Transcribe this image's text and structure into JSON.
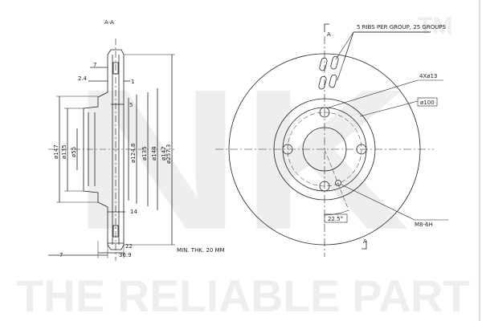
{
  "watermark": {
    "brand_logo": "NK",
    "trademark": "TM",
    "slogan": "THE RELIABLE PART"
  },
  "section_view": {
    "section_label": "A-A",
    "dims": {
      "d7_top": "7",
      "d2_4": "2.4",
      "d1": "1",
      "d5": "5",
      "d14": "14",
      "d22": "22",
      "d36_9": "36.9",
      "d7_bottom": "7",
      "dia147_left": "ø147",
      "dia135_left": "ø135",
      "dia55": "ø55",
      "dia124_8": "ø124.8",
      "dia135_mid": "ø135",
      "dia144": "ø144",
      "dia147_right": "ø147",
      "dia257_3": "ø257.3"
    },
    "min_thickness": "MIN. THK. 20 MM"
  },
  "front_view": {
    "section_marker_top": "A",
    "section_marker_bottom": "A",
    "ribs_note": "5 RIBS PER GROUP, 25 GROUPS",
    "bolt_holes": "4Xø13",
    "pcd": "ø100",
    "angle": "22.5°",
    "thread": "M8-6H"
  }
}
